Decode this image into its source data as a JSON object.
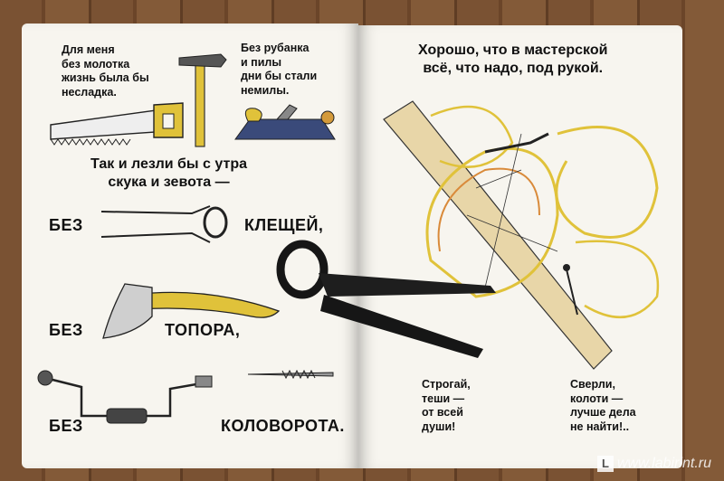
{
  "left_page": {
    "verse_hammer": "Для меня\nбез молотка\nжизнь была бы\nнесладка.",
    "verse_plane": "Без рубанка\nи пилы\nдни бы стали\nнемилы.",
    "verse_morning": "Так и лезли бы с утра\nскука и зевота —",
    "pliers_line_a": "БЕЗ",
    "pliers_line_b": "КЛЕЩЕЙ,",
    "axe_line_a": "БЕЗ",
    "axe_line_b": "ТОПОРА,",
    "brace_line_a": "БЕЗ",
    "brace_line_b": "КОЛОВОРОТА."
  },
  "right_page": {
    "heading": "Хорошо, что в мастерской\nвсё, что надо, под рукой.",
    "verse_plane_work": "Строгай,\nтеши —\nот всей\nдуши!",
    "verse_drill_work": "Сверли,\nколоти —\nлучше дела\nне найти!.."
  },
  "watermark": {
    "logo_letter": "L",
    "text": "www.labirint.ru"
  },
  "colors": {
    "wood": "#6e4a2e",
    "paper": "#f7f5ef",
    "ink": "#111111",
    "yellow_wood": "#e0c23a",
    "tool_black": "#161616"
  }
}
